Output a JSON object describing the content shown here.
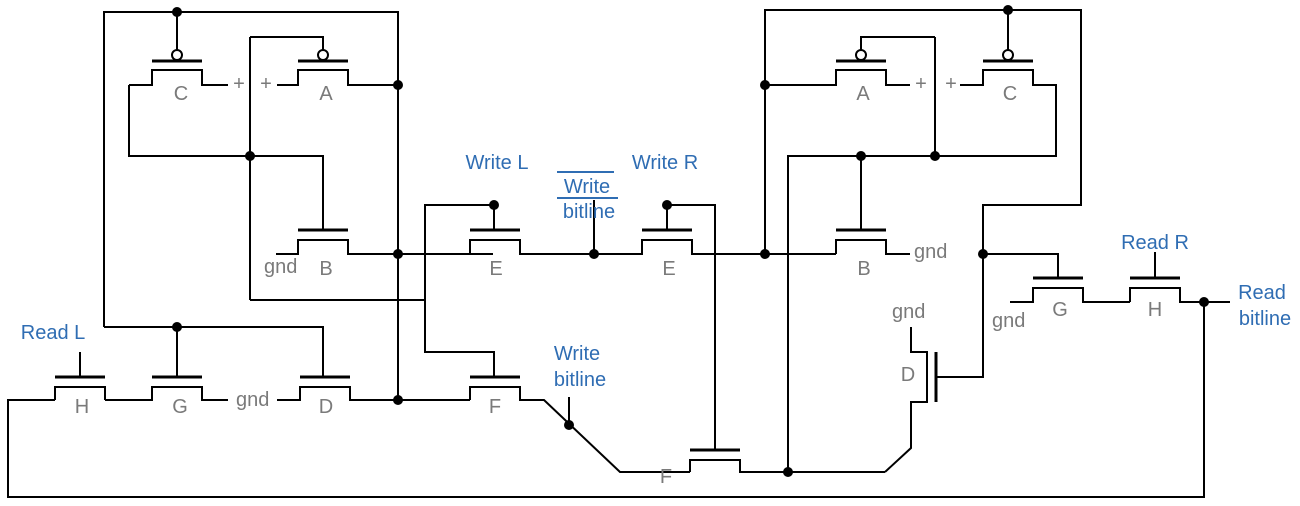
{
  "colors": {
    "wire": "#000000",
    "device_label": "#7a7a7a",
    "signal_label": "#2f6db3",
    "background": "#ffffff"
  },
  "transistors": {
    "c_left": "C",
    "a_left": "A",
    "a_right": "A",
    "c_right": "C",
    "b_left": "B",
    "e_left": "E",
    "e_right": "E",
    "b_right": "B",
    "g_right": "G",
    "h_right": "H",
    "d_right": "D",
    "h_left": "H",
    "g_left": "G",
    "d_left": "D",
    "f_left": "F",
    "f_bottom": "F"
  },
  "supply_labels": {
    "plus_1": "+",
    "plus_2": "+",
    "plus_3": "+",
    "plus_4": "+",
    "gnd_b_left": "gnd",
    "gnd_b_right": "gnd",
    "gnd_g_right": "gnd",
    "gnd_d_right": "gnd",
    "gnd_g_left": "gnd"
  },
  "signals": {
    "write_l": "Write L",
    "write_r": "Write R",
    "write_bar": "Write",
    "bitline_bar": "bitline",
    "read_l": "Read L",
    "read_r": "Read R",
    "read_bitline_1": "Read",
    "read_bitline_2": "bitline",
    "write_bitline_1": "Write",
    "write_bitline_2": "bitline"
  }
}
